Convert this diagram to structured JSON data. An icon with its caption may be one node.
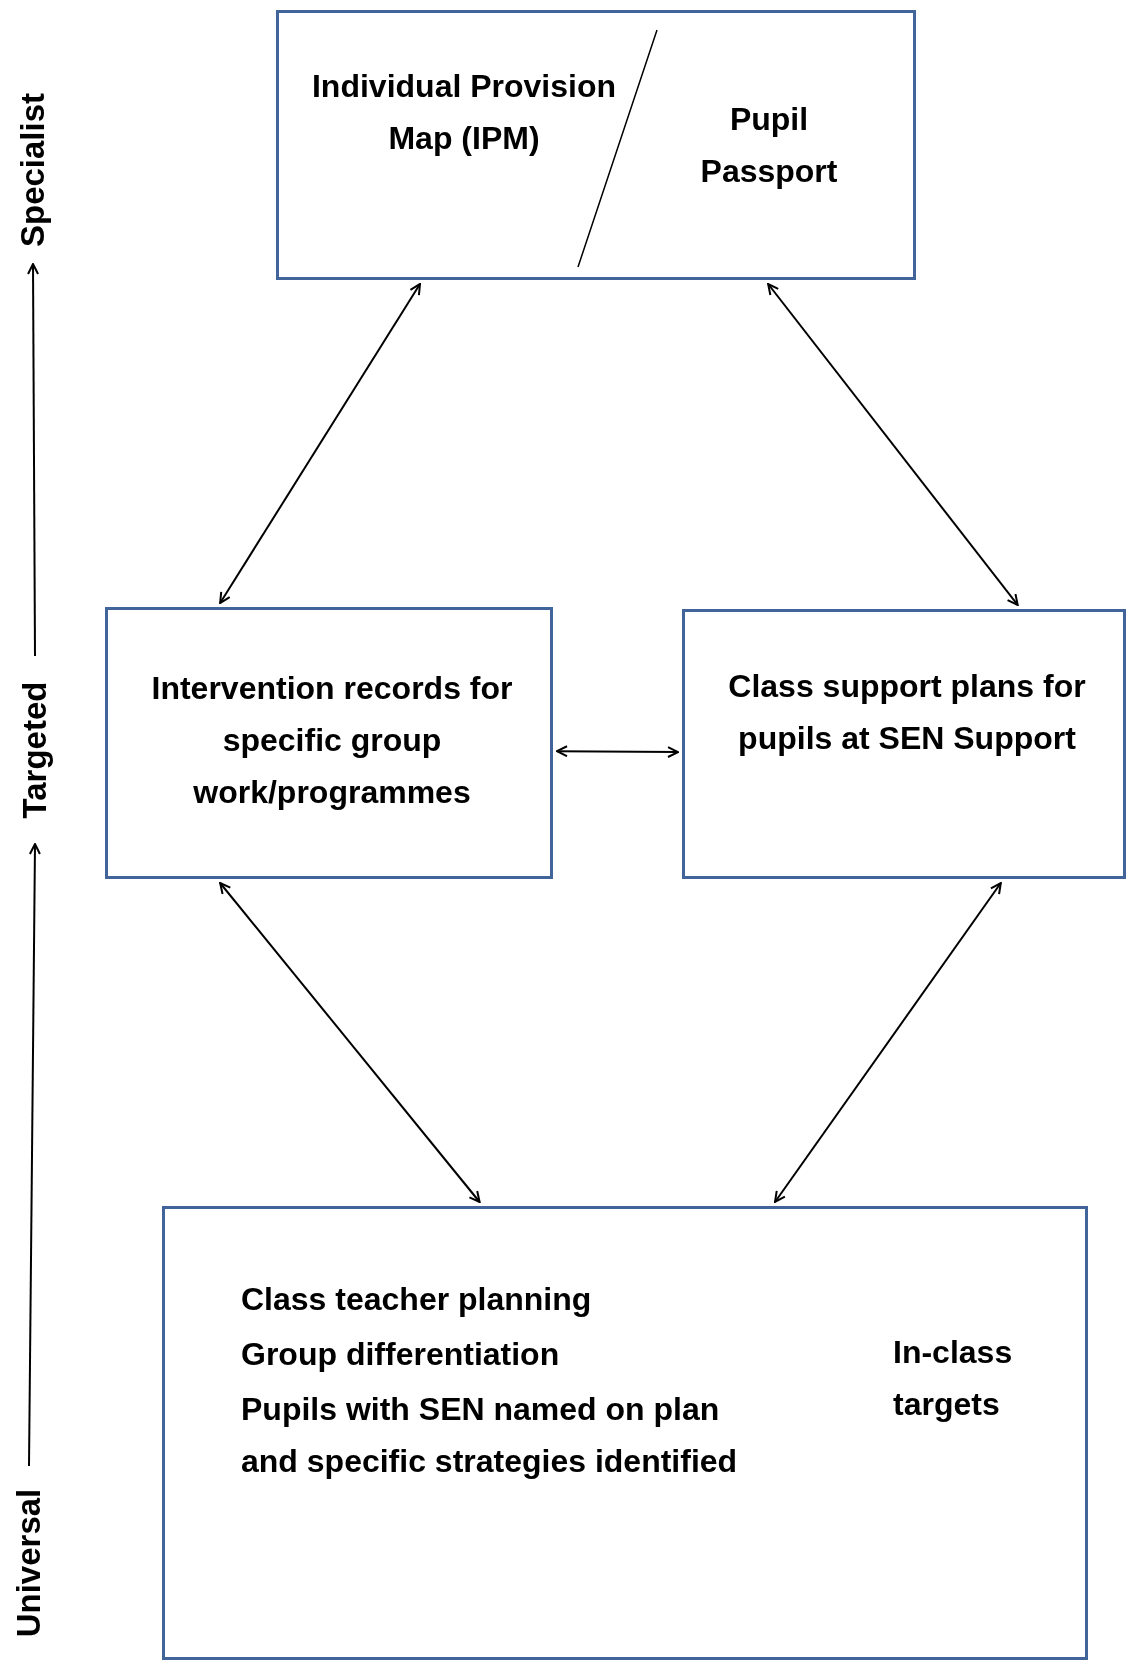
{
  "diagram": {
    "nodes": [
      {
        "text": [
          "Individual Provision Map (IPM)",
          "Pupil Passport"
        ]
      },
      {
        "text": [
          "Intervention records for specific group work/programmes"
        ]
      },
      {
        "text": [
          "Class support plans for pupils at SEN Support"
        ]
      },
      {
        "text": [
          "Class teacher planning",
          "Group differentiation",
          "Pupils with SEN named on plan and specific strategies identified",
          "In-class targets"
        ]
      },
      {
        "text": [
          "Specialist"
        ]
      },
      {
        "text": [
          "Targeted"
        ]
      },
      {
        "text": [
          "Universal"
        ]
      }
    ],
    "edges": [
      {
        "from": 0,
        "to": 1,
        "arrow": "both"
      },
      {
        "from": 0,
        "to": 2,
        "arrow": "both"
      },
      {
        "from": 1,
        "to": 2,
        "arrow": "both"
      },
      {
        "from": 1,
        "to": 3,
        "arrow": "both"
      },
      {
        "from": 2,
        "to": 3,
        "arrow": "both"
      },
      {
        "from": 6,
        "to": 5,
        "arrow": "to"
      },
      {
        "from": 5,
        "to": 4,
        "arrow": "to"
      }
    ]
  }
}
